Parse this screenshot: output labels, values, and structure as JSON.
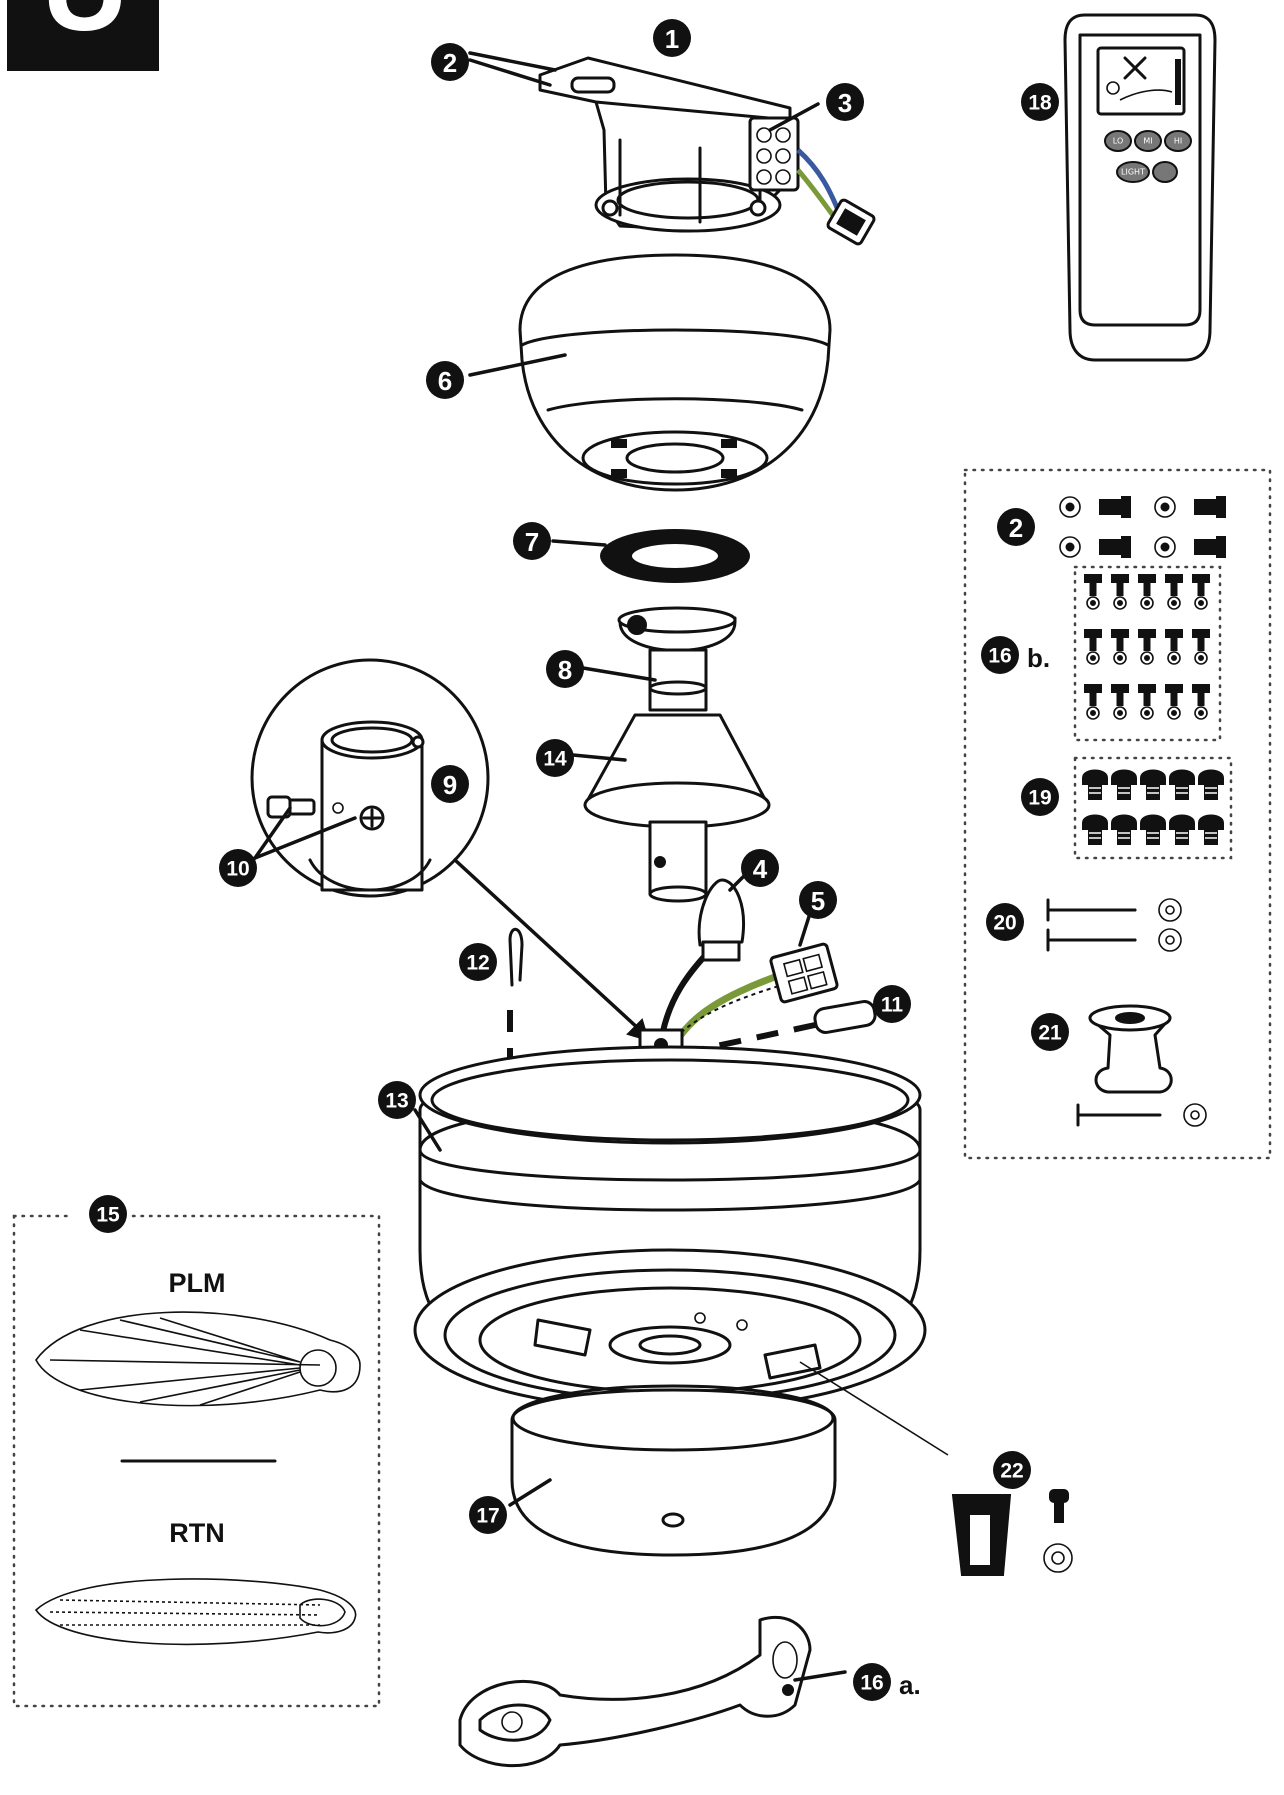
{
  "corner_tab": {
    "text": "U",
    "color": "#000000"
  },
  "parts": [
    {
      "id": "p1",
      "number": "1"
    },
    {
      "id": "p2a",
      "number": "2"
    },
    {
      "id": "p2b",
      "number": "2"
    },
    {
      "id": "p3",
      "number": "3"
    },
    {
      "id": "p4",
      "number": "4"
    },
    {
      "id": "p5",
      "number": "5"
    },
    {
      "id": "p6",
      "number": "6"
    },
    {
      "id": "p7",
      "number": "7"
    },
    {
      "id": "p8",
      "number": "8"
    },
    {
      "id": "p9",
      "number": "9"
    },
    {
      "id": "p10",
      "number": "10"
    },
    {
      "id": "p11",
      "number": "11"
    },
    {
      "id": "p12",
      "number": "12"
    },
    {
      "id": "p13",
      "number": "13"
    },
    {
      "id": "p14",
      "number": "14"
    },
    {
      "id": "p15",
      "number": "15"
    },
    {
      "id": "p16a",
      "number": "16",
      "suffix": "a."
    },
    {
      "id": "p16b",
      "number": "16",
      "suffix": "b."
    },
    {
      "id": "p17",
      "number": "17"
    },
    {
      "id": "p18",
      "number": "18"
    },
    {
      "id": "p19",
      "number": "19"
    },
    {
      "id": "p20",
      "number": "20"
    },
    {
      "id": "p21",
      "number": "21"
    },
    {
      "id": "p22",
      "number": "22"
    }
  ],
  "blade_panel": {
    "top_label": "PLM",
    "bottom_label": "RTN"
  },
  "remote": {
    "buttons": [
      "LO",
      "MI",
      "HI"
    ],
    "bottom_button": "LIGHT"
  },
  "colors": {
    "ink": "#111111",
    "wire_green": "#7a9a3a",
    "wire_blue": "#3a5aa0"
  }
}
